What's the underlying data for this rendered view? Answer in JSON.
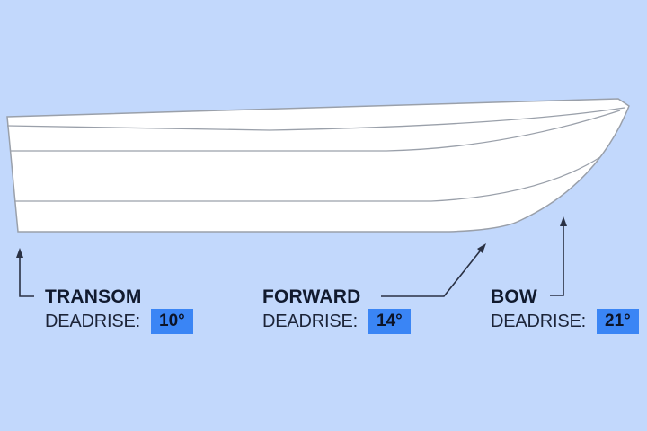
{
  "colors": {
    "background": "#c2d8fc",
    "hull_fill": "#ffffff",
    "hull_stroke": "#9aa0aa",
    "arrow": "#2a3144",
    "badge": "#3a85f5"
  },
  "labels": [
    {
      "id": "transom",
      "title": "TRANSOM",
      "key": "DEADRISE:",
      "value": "10°"
    },
    {
      "id": "forward",
      "title": "FORWARD",
      "key": "DEADRISE:",
      "value": "14°"
    },
    {
      "id": "bow",
      "title": "BOW",
      "key": "DEADRISE:",
      "value": "21°"
    }
  ]
}
